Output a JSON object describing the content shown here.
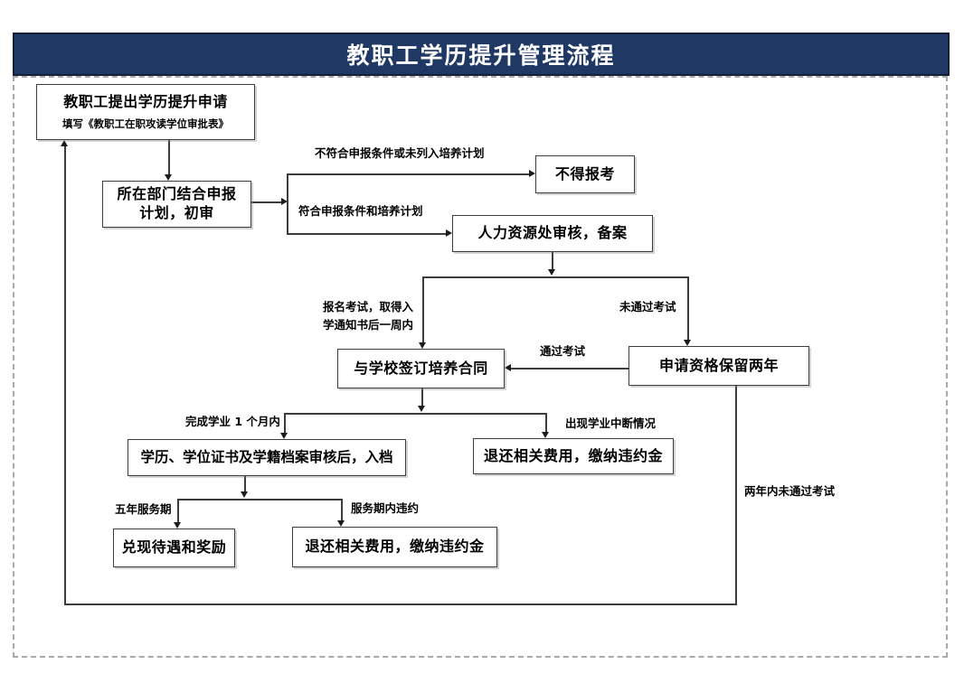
{
  "title": "教职工学历提升管理流程",
  "colors": {
    "header_bg": "#1f3864",
    "header_text": "#ffffff",
    "line": "#3c3c3c"
  },
  "nodes": {
    "apply": {
      "title": "教职工提出学历提升申请",
      "subtitle": "填写《教职工在职攻读学位审批表》"
    },
    "dept_review": {
      "lines": [
        "所在部门结合申报",
        "计划，初审"
      ]
    },
    "no_apply": {
      "title": "不得报考"
    },
    "hr_review": {
      "title": "人力资源处审核，备案"
    },
    "sign_contract": {
      "title": "与学校签订培养合同"
    },
    "reserve": {
      "title": "申请资格保留两年"
    },
    "archive": {
      "title": "学历、学位证书及学籍档案审核后，入档"
    },
    "refund_mid": {
      "title": "退还相关费用，缴纳违约金"
    },
    "reward": {
      "title": "兑现待遇和奖励"
    },
    "refund_bottom": {
      "title": "退还相关费用，缴纳违约金"
    }
  },
  "edge_labels": {
    "not_qualified": "不符合申报条件或未列入培养计划",
    "qualified": "符合申报条件和培养计划",
    "register_exam": [
      "报名考试，取得入",
      "学通知书后一周内"
    ],
    "fail_exam": "未通过考试",
    "pass_exam": "通过考试",
    "within_month": "完成学业 1 个月内",
    "interrupted": "出现学业中断情况",
    "five_year": "五年服务期",
    "breach": "服务期内违约",
    "fail_two_years": "两年内未通过考试"
  }
}
